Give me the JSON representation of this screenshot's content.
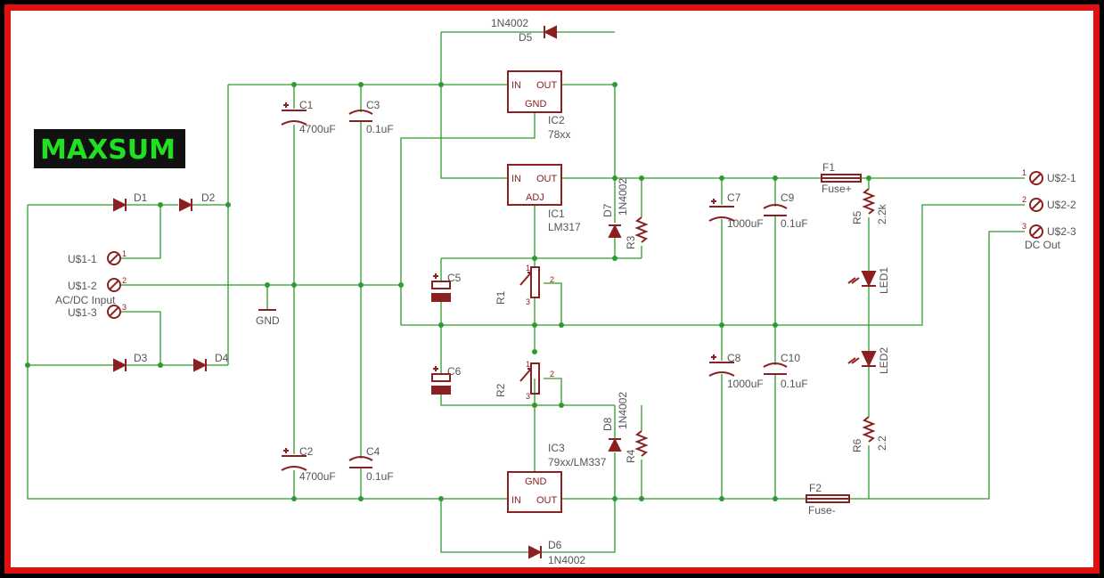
{
  "colors": {
    "wire": "#2e9b2e",
    "component": "#8b2020",
    "label": "#555555",
    "frame": "#e01010",
    "logo_bg": "#111111",
    "logo_text": "#21e021"
  },
  "logo": "MAXSUM",
  "labels": {
    "d1": "D1",
    "d2": "D2",
    "d3": "D3",
    "d4": "D4",
    "d5": "D5",
    "d5_part": "1N4002",
    "d6": "D6",
    "d6_part": "1N4002",
    "d7": "D7",
    "d7_part": "1N4002",
    "d8": "D8",
    "d8_part": "1N4002",
    "c1": "C1",
    "c1_val": "4700uF",
    "c2": "C2",
    "c2_val": "4700uF",
    "c3": "C3",
    "c3_val": "0.1uF",
    "c4": "C4",
    "c4_val": "0.1uF",
    "c5": "C5",
    "c6": "C6",
    "c7": "C7",
    "c7_val": "1000uF",
    "c8": "C8",
    "c8_val": "1000uF",
    "c9": "C9",
    "c9_val": "0.1uF",
    "c10": "C10",
    "c10_val": "0.1uF",
    "ic1": "IC1",
    "ic1_part": "LM317",
    "ic2": "IC2",
    "ic2_part": "78xx",
    "ic3": "IC3",
    "ic3_part": "79xx/LM337",
    "in": "IN",
    "out": "OUT",
    "gnd": "GND",
    "adj": "ADJ",
    "r1": "R1",
    "r2": "R2",
    "r3": "R3",
    "r4": "R4",
    "r5": "R5",
    "r5_val": "2.2k",
    "r6": "R6",
    "r6_val": "2.2",
    "led1": "LED1",
    "led2": "LED2",
    "f1": "F1",
    "f1_val": "Fuse+",
    "f2": "F2",
    "f2_val": "Fuse-",
    "gnd_symbol": "GND",
    "u1_1": "U$1-1",
    "u1_2": "U$1-2",
    "u1_3": "U$1-3",
    "input_name": "AC/DC Input",
    "u2_1": "U$2-1",
    "u2_2": "U$2-2",
    "u2_3": "U$2-3",
    "output_name": "DC Out",
    "pin1": "1",
    "pin2": "2",
    "pin3": "3"
  }
}
